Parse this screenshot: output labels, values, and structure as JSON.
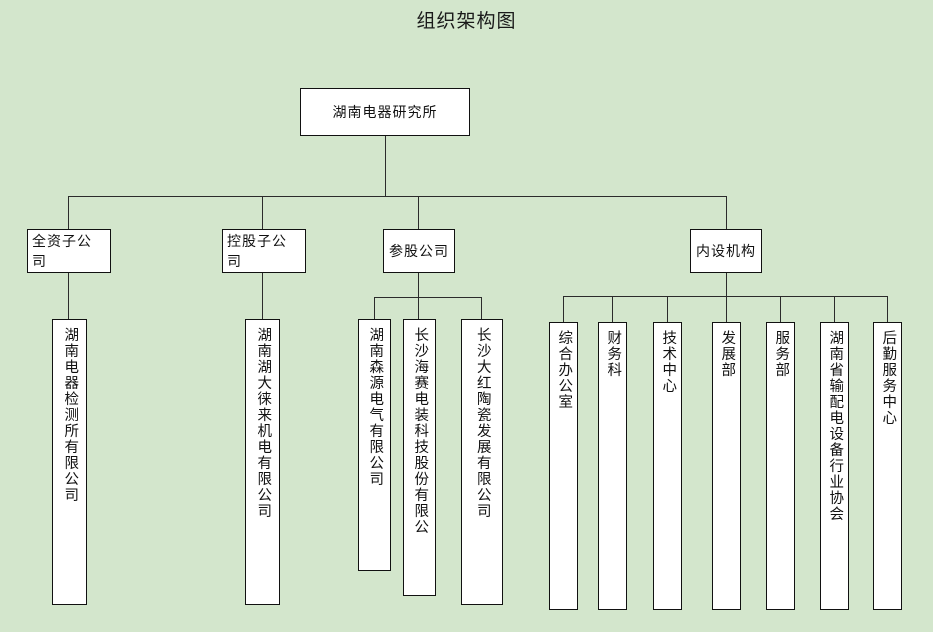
{
  "page": {
    "title": "组织架构图",
    "background_color": "#d3e6cc",
    "box_fill_color": "#ffffff",
    "line_color": "#2b2b2b",
    "text_color": "#111111"
  },
  "chart_data": {
    "type": "diagram",
    "diagram_kind": "organization-chart",
    "title": "组织架构图",
    "root": {
      "label": "湖南电器研究所",
      "children": [
        {
          "label": "全资子公司",
          "children": [
            {
              "label": "湖南电器检测所有限公司"
            }
          ]
        },
        {
          "label": "控股子公司",
          "children": [
            {
              "label": "湖南湖大徕来机电有限公司"
            }
          ]
        },
        {
          "label": "参股公司",
          "children": [
            {
              "label": "湖南森源电气有限公司"
            },
            {
              "label": "长沙海赛电装科技股份有限公"
            },
            {
              "label": "长沙大红陶瓷发展有限公司"
            }
          ]
        },
        {
          "label": "内设机构",
          "children": [
            {
              "label": "综合办公室"
            },
            {
              "label": "财务科"
            },
            {
              "label": "技术中心"
            },
            {
              "label": "发展部"
            },
            {
              "label": "服务部"
            },
            {
              "label": "湖南省输配电设备行业协会"
            },
            {
              "label": "后勤服务中心"
            }
          ]
        }
      ]
    }
  },
  "nodes": {
    "root": "湖南电器研究所",
    "level2": {
      "wholly_owned": "全资子公司",
      "holding": "控股子公司",
      "equity": "参股公司",
      "internal": "内设机构"
    },
    "level3": {
      "wholly_owned_1": "湖南电器检测所有限公司",
      "holding_1": "湖南湖大徕来机电有限公司",
      "equity_1": "湖南森源电气有限公司",
      "equity_2": "长沙海赛电装科技股份有限公",
      "equity_3": "长沙大红陶瓷发展有限公司",
      "internal_1": "综合办公室",
      "internal_2": "财务科",
      "internal_3": "技术中心",
      "internal_4": "发展部",
      "internal_5": "服务部",
      "internal_6": "湖南省输配电设备行业协会",
      "internal_7": "后勤服务中心"
    }
  }
}
